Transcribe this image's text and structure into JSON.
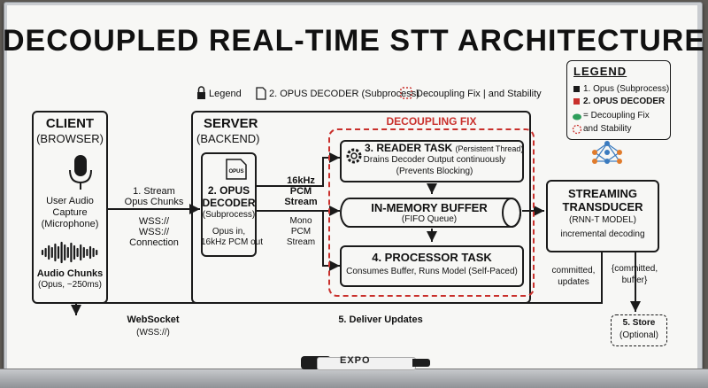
{
  "title": "DECOUPLED REAL-TIME STT ARCHITECTURE",
  "top_legend": {
    "item1": "Legend",
    "item2": "2. OPUS DECODER (Subprocess)",
    "item3": "Decoupling Fix | and Stability"
  },
  "legend_box": {
    "heading": "LEGEND",
    "item1": "1. Opus (Subprocess)",
    "item2": "2. OPUS DECODER",
    "item3": "= Decoupling Fix",
    "item4": "and Stability"
  },
  "client": {
    "title": "CLIENT",
    "subtitle": "(BROWSER)",
    "capture_line1": "User Audio",
    "capture_line2": "Capture",
    "capture_line3": "(Microphone)",
    "chunks_title": "Audio Chunks",
    "chunks_sub": "(Opus, ~250ms)"
  },
  "stream_label": {
    "line1": "1. Stream",
    "line2": "Opus Chunks",
    "line3": "WSS://",
    "line4": "WSS://",
    "line5": "Connection"
  },
  "server": {
    "title": "SERVER",
    "subtitle": "(BACKEND)"
  },
  "decoder": {
    "icon_label": "OPUS",
    "title1": "2. OPUS",
    "title2": "DECODER",
    "sub": "(Subprocess)",
    "desc1": "Opus in,",
    "desc2": "16kHz PCM out"
  },
  "pcm": {
    "line1": "16kHz",
    "line2": "PCM",
    "line3": "Stream",
    "line4": "Mono",
    "line5": "PCM",
    "line6": "Stream"
  },
  "decoupling_label": "DECOUPLING FIX",
  "reader": {
    "title": "3. READER TASK",
    "title_sub": "(Persistent Thread)",
    "line1": "Drains Decoder Output continuously",
    "line2": "(Prevents Blocking)"
  },
  "buffer": {
    "title": "IN-MEMORY BUFFER",
    "sub": "(FIFO Queue)"
  },
  "processor": {
    "title": "4. PROCESSOR TASK",
    "line1": "Consumes Buffer, Runs Model (Self-Paced)"
  },
  "transducer": {
    "title1": "STREAMING",
    "title2": "TRANSDUCER",
    "sub": "(RNN-T MODEL)",
    "desc": "incremental decoding"
  },
  "committed_updates": {
    "line1": "committed,",
    "line2": "updates"
  },
  "committed_buffer": {
    "line1": "{committed,",
    "line2": "buffer}"
  },
  "websocket": {
    "line1": "WebSocket",
    "line2": "(WSS://)"
  },
  "deliver": "5. Deliver Updates",
  "store": {
    "line1": "5. Store",
    "line2": "(Optional)"
  },
  "marker_brand": "EXPO",
  "colors": {
    "accent_red": "#c9302c",
    "ink": "#1a1a1a",
    "board": "#f7f7f5"
  },
  "icons": [
    "lock-icon",
    "file-icon",
    "dashed-square-icon",
    "microphone-icon",
    "waveform-icon",
    "document-icon",
    "gear-icon",
    "cylinder-icon",
    "neural-network-icon",
    "red-square-icon",
    "green-blob-icon"
  ]
}
